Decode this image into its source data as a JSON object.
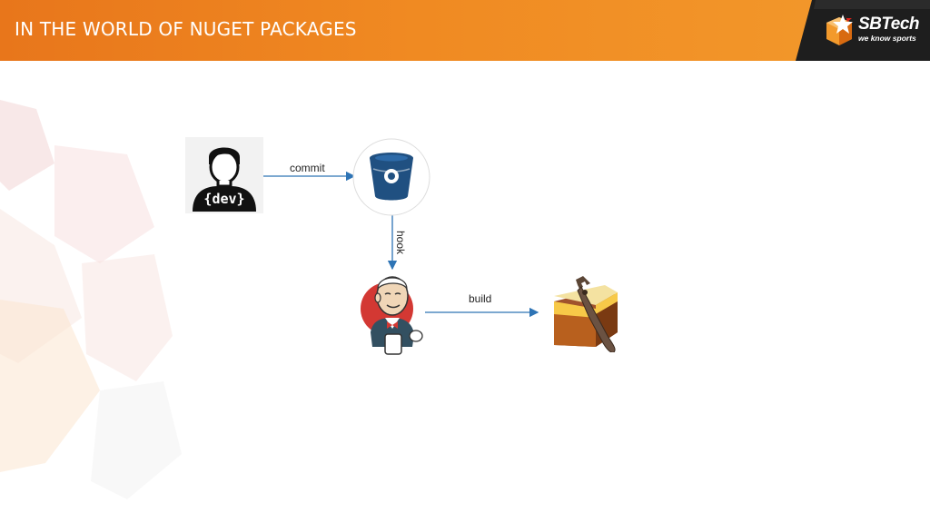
{
  "header": {
    "title": "IN THE WORLD OF NUGET PACKAGES",
    "background_color": "#ef8320"
  },
  "logo": {
    "brand": "SBTech",
    "slogan": "we know sports",
    "icon": "star-cube-logo"
  },
  "diagram": {
    "nodes": [
      {
        "id": "developer",
        "icon": "developer-avatar-icon",
        "badge": "{dev}"
      },
      {
        "id": "bitbucket",
        "icon": "bitbucket-bucket-icon"
      },
      {
        "id": "jenkins",
        "icon": "jenkins-butler-icon"
      },
      {
        "id": "cake",
        "icon": "cake-build-icon"
      }
    ],
    "edges": [
      {
        "from": "developer",
        "to": "bitbucket",
        "label": "commit"
      },
      {
        "from": "bitbucket",
        "to": "jenkins",
        "label": "hook"
      },
      {
        "from": "jenkins",
        "to": "cake",
        "label": "build"
      }
    ],
    "arrow_color": "#2e74b5"
  }
}
